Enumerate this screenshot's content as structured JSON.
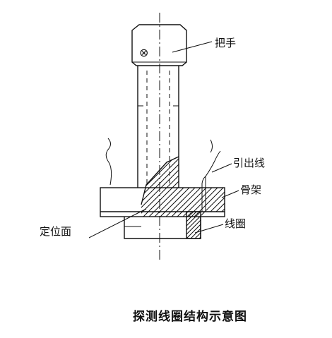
{
  "labels": {
    "handle": "把手",
    "lead_wire": "引出线",
    "bobbin": "骨架",
    "coil": "线圈",
    "locating_face": "定位面"
  },
  "caption": "探测线圈结构示意图"
}
